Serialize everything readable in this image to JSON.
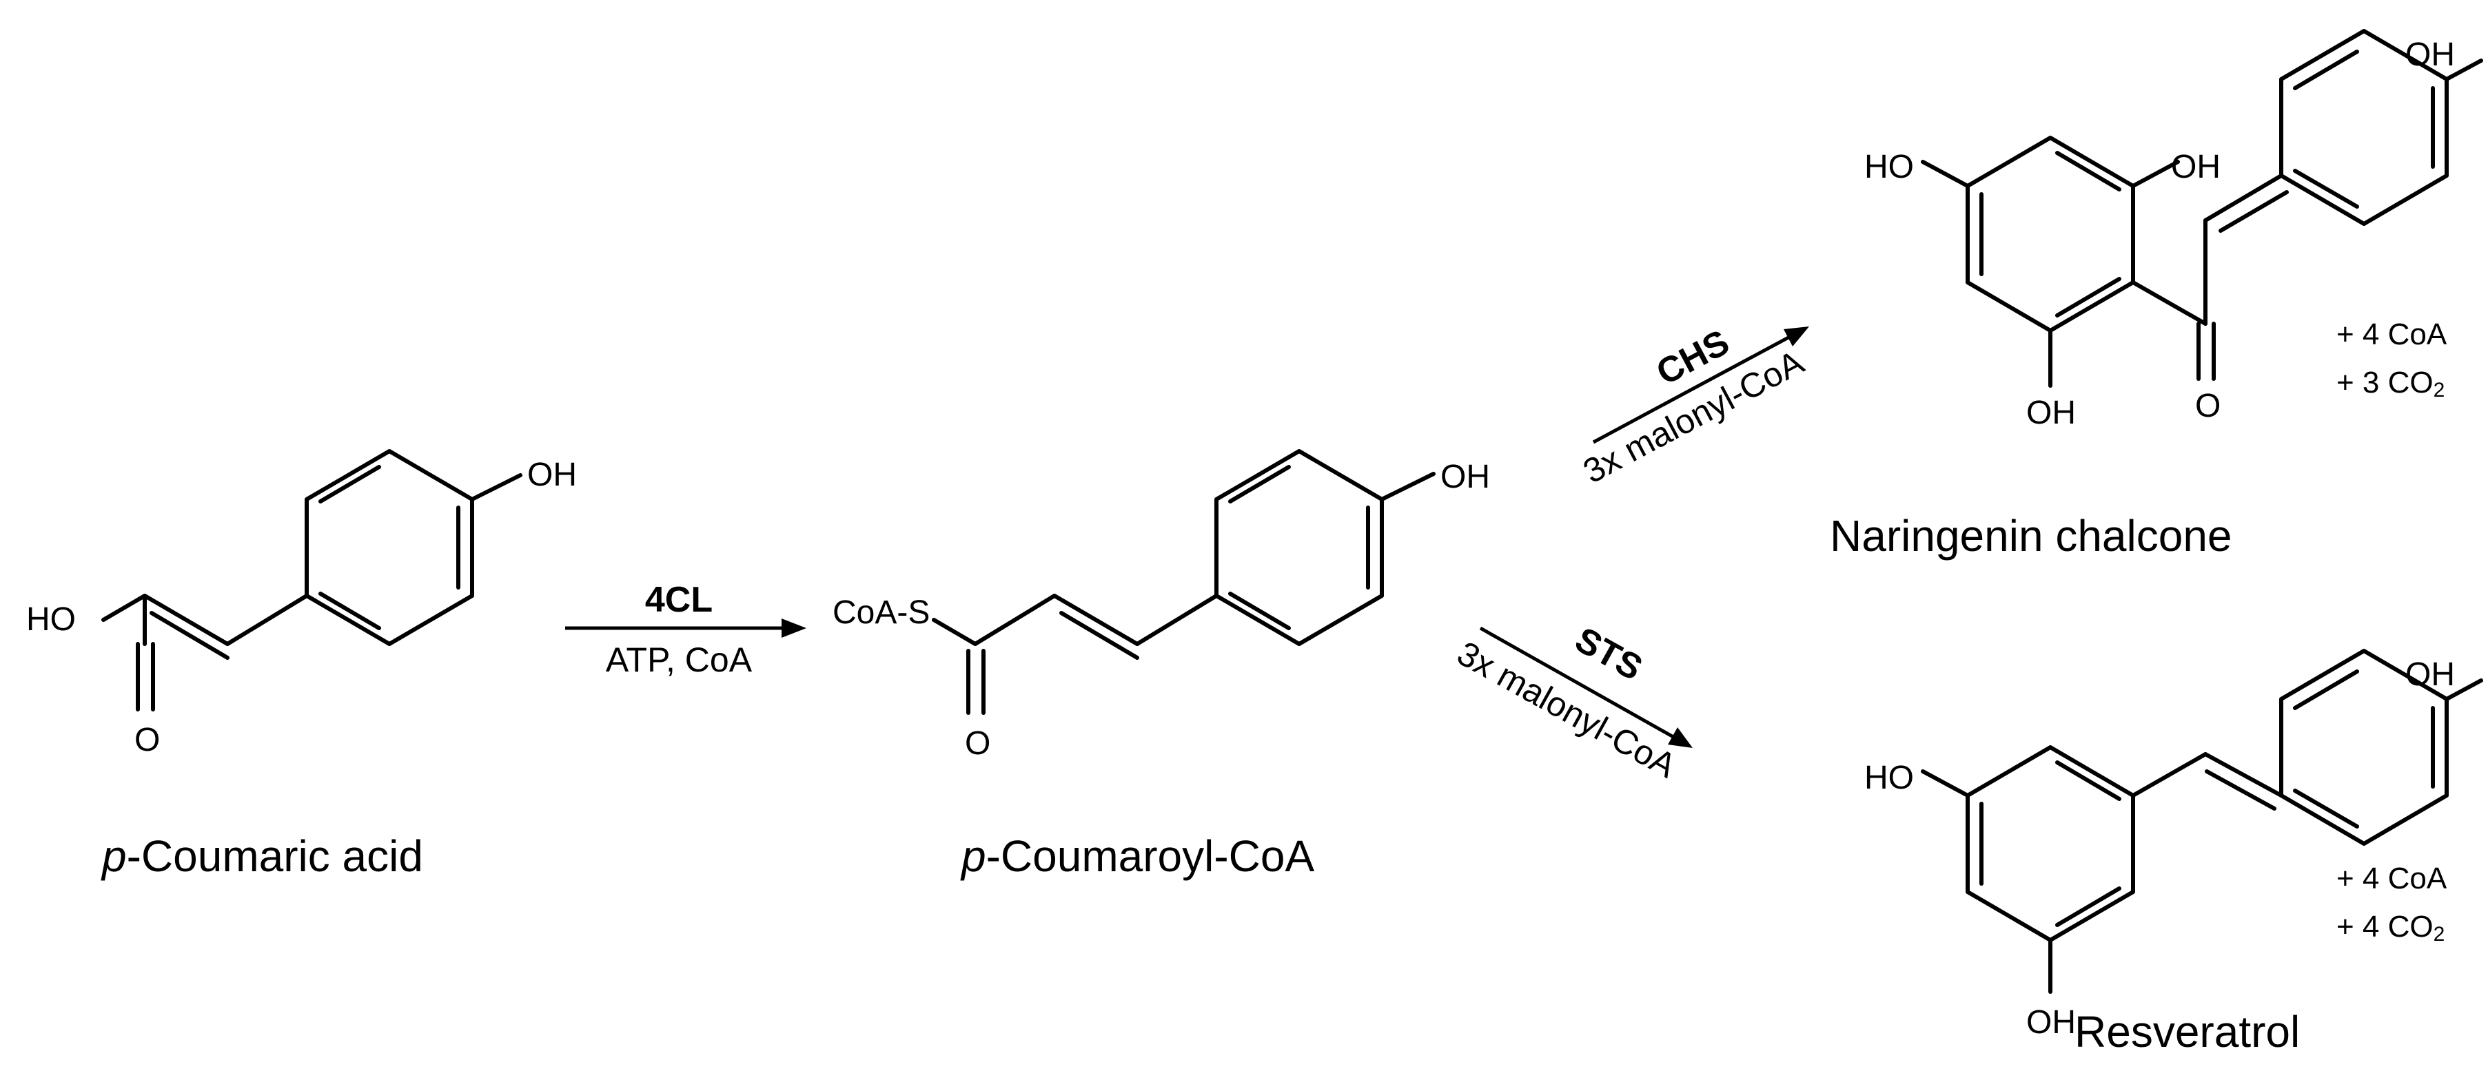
{
  "compounds": {
    "coumaric_acid": {
      "name_prefix": "p",
      "name_rest": "-Coumaric acid",
      "oh_label": "OH",
      "ho_label": "HO",
      "o_label": "O"
    },
    "coumaroyl_coa": {
      "name_prefix": "p",
      "name_rest": "-Coumaroyl-CoA",
      "oh_label": "OH",
      "coa_s_label": "CoA-S",
      "o_label": "O"
    },
    "naringenin_chalcone": {
      "name": "Naringenin chalcone",
      "oh_top": "OH",
      "ho_left": "HO",
      "oh_right": "OH",
      "oh_bottom": "OH",
      "o_label": "O"
    },
    "resveratrol": {
      "name": "Resveratrol",
      "oh_top": "OH",
      "ho_left": "HO",
      "oh_bottom": "OH"
    }
  },
  "reactions": {
    "step1": {
      "enzyme": "4CL",
      "conditions": "ATP, CoA"
    },
    "chs": {
      "enzyme": "CHS",
      "conditions": "3x malonyl-CoA"
    },
    "sts": {
      "enzyme": "STS",
      "conditions": "3x malonyl-CoA"
    }
  },
  "byproducts": {
    "chs": {
      "coa": "+ 4 CoA",
      "co2_text": "+ 3 CO",
      "co2_sub": "2"
    },
    "sts": {
      "coa": "+ 4 CoA",
      "co2_text": "+ 4 CO",
      "co2_sub": "2"
    }
  }
}
